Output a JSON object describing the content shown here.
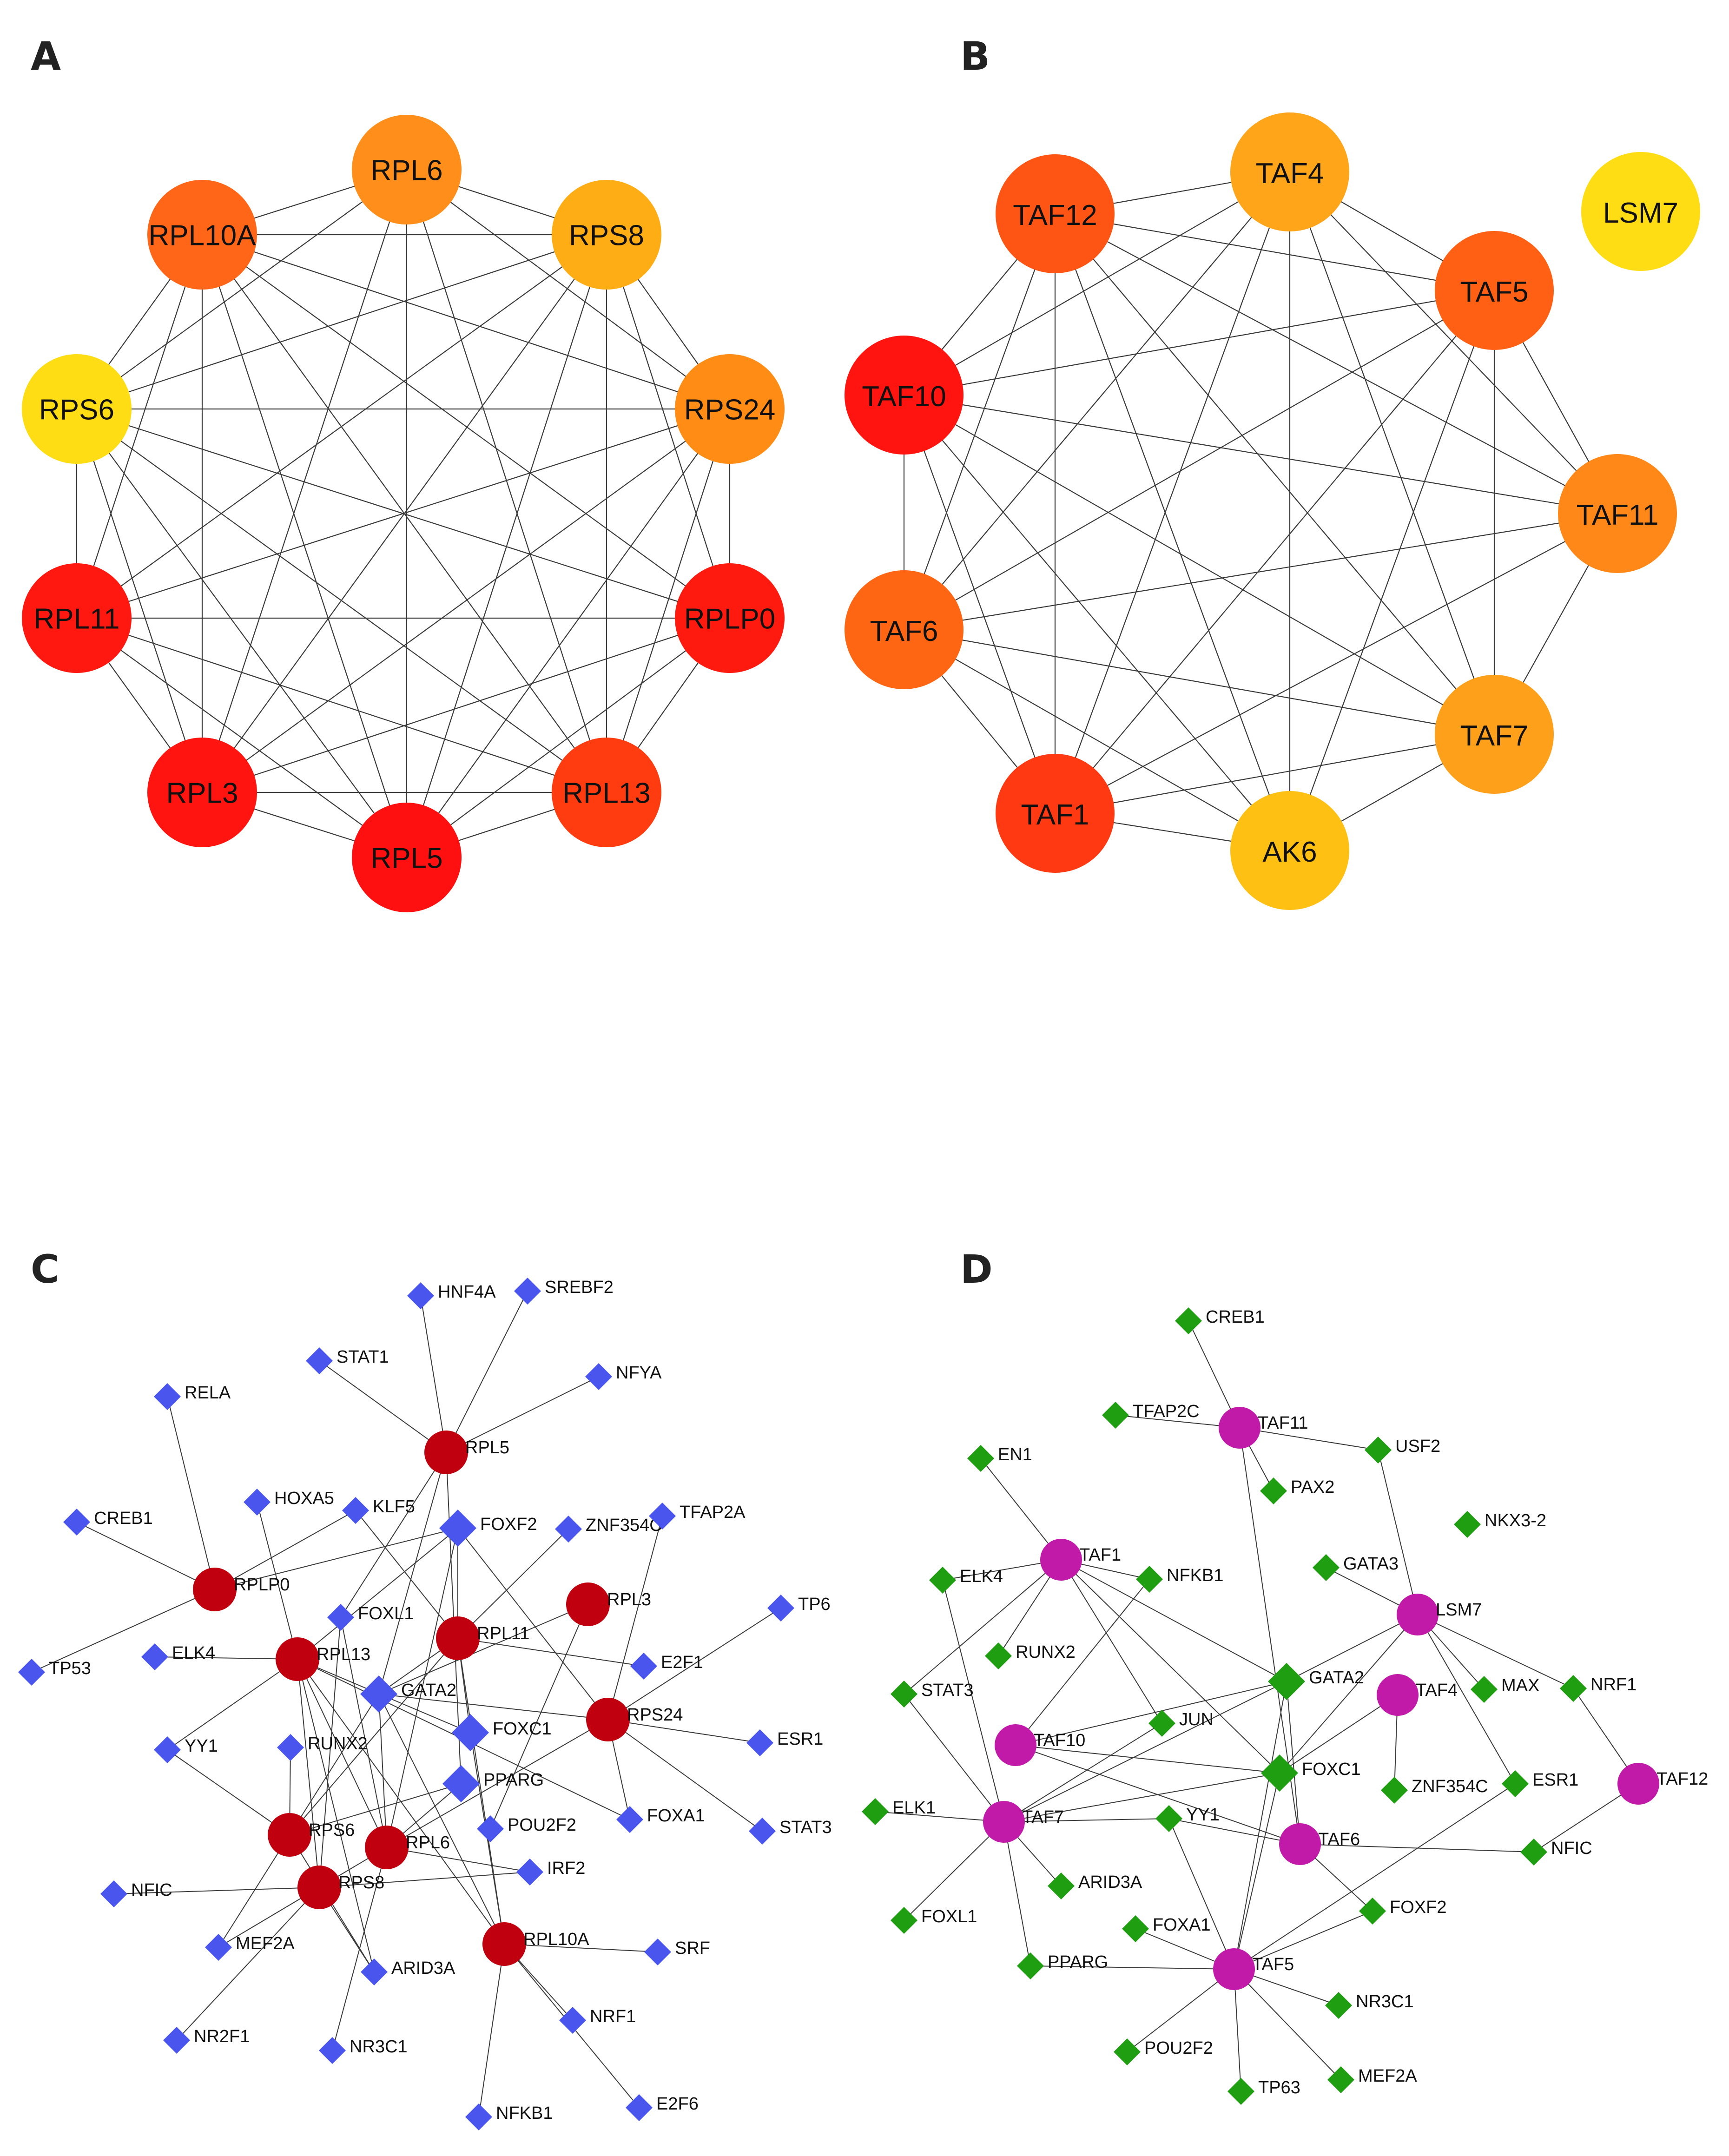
{
  "colors": {
    "edge": "#3a3a3a",
    "node_text": "#111111",
    "panel_label": "#222222",
    "ribosomal_hub": "#c0000f",
    "ribosomal_tf": "#4a55ee",
    "taf_hub": "#c21aa8",
    "taf_tf": "#1e9e10"
  },
  "panels": {
    "A": {
      "label": "A",
      "nodes": [
        {
          "id": "RPL6",
          "color": "#ff8f1a"
        },
        {
          "id": "RPS8",
          "color": "#ffad14"
        },
        {
          "id": "RPS24",
          "color": "#ff8c14"
        },
        {
          "id": "RPLP0",
          "color": "#ff1a10"
        },
        {
          "id": "RPL13",
          "color": "#ff3c10"
        },
        {
          "id": "RPL5",
          "color": "#ff1010"
        },
        {
          "id": "RPL3",
          "color": "#ff1410"
        },
        {
          "id": "RPL11",
          "color": "#ff1810"
        },
        {
          "id": "RPS6",
          "color": "#ffdd14"
        },
        {
          "id": "RPL10A",
          "color": "#ff6618"
        }
      ],
      "edges": [
        [
          "RPL6",
          "RPS8"
        ],
        [
          "RPL6",
          "RPL10A"
        ],
        [
          "RPL6",
          "RPS24"
        ],
        [
          "RPL6",
          "RPS6"
        ],
        [
          "RPL6",
          "RPL13"
        ],
        [
          "RPL6",
          "RPL3"
        ],
        [
          "RPL6",
          "RPL5"
        ],
        [
          "RPS8",
          "RPS24"
        ],
        [
          "RPS8",
          "RPLP0"
        ],
        [
          "RPS8",
          "RPL10A"
        ],
        [
          "RPS8",
          "RPS6"
        ],
        [
          "RPS8",
          "RPL11"
        ],
        [
          "RPS8",
          "RPL3"
        ],
        [
          "RPS8",
          "RPL5"
        ],
        [
          "RPS8",
          "RPL13"
        ],
        [
          "RPS24",
          "RPLP0"
        ],
        [
          "RPS24",
          "RPL13"
        ],
        [
          "RPS24",
          "RPS6"
        ],
        [
          "RPS24",
          "RPL10A"
        ],
        [
          "RPS24",
          "RPL11"
        ],
        [
          "RPS24",
          "RPL3"
        ],
        [
          "RPS24",
          "RPL5"
        ],
        [
          "RPLP0",
          "RPL13"
        ],
        [
          "RPLP0",
          "RPL5"
        ],
        [
          "RPLP0",
          "RPL3"
        ],
        [
          "RPLP0",
          "RPL11"
        ],
        [
          "RPLP0",
          "RPS6"
        ],
        [
          "RPLP0",
          "RPL10A"
        ],
        [
          "RPL13",
          "RPL5"
        ],
        [
          "RPL13",
          "RPL3"
        ],
        [
          "RPL13",
          "RPL11"
        ],
        [
          "RPL13",
          "RPS6"
        ],
        [
          "RPL13",
          "RPL10A"
        ],
        [
          "RPL5",
          "RPL3"
        ],
        [
          "RPL5",
          "RPL11"
        ],
        [
          "RPL5",
          "RPS6"
        ],
        [
          "RPL5",
          "RPL10A"
        ],
        [
          "RPL3",
          "RPL11"
        ],
        [
          "RPL3",
          "RPS6"
        ],
        [
          "RPL3",
          "RPL10A"
        ],
        [
          "RPL11",
          "RPS6"
        ],
        [
          "RPL11",
          "RPL10A"
        ],
        [
          "RPS6",
          "RPL10A"
        ]
      ]
    },
    "B": {
      "label": "B",
      "nodes": [
        {
          "id": "TAF4",
          "color": "#ffa51a"
        },
        {
          "id": "TAF5",
          "color": "#ff6014"
        },
        {
          "id": "TAF11",
          "color": "#ff8818"
        },
        {
          "id": "TAF7",
          "color": "#ffa01a"
        },
        {
          "id": "AK6",
          "color": "#ffc014"
        },
        {
          "id": "TAF1",
          "color": "#ff3a12"
        },
        {
          "id": "TAF6",
          "color": "#ff6614"
        },
        {
          "id": "TAF10",
          "color": "#ff1410"
        },
        {
          "id": "TAF12",
          "color": "#ff5514"
        },
        {
          "id": "LSM7",
          "color": "#ffdd14"
        }
      ],
      "edges": [
        [
          "TAF4",
          "TAF5"
        ],
        [
          "TAF4",
          "TAF11"
        ],
        [
          "TAF4",
          "TAF7"
        ],
        [
          "TAF4",
          "AK6"
        ],
        [
          "TAF4",
          "TAF1"
        ],
        [
          "TAF4",
          "TAF6"
        ],
        [
          "TAF4",
          "TAF10"
        ],
        [
          "TAF4",
          "TAF12"
        ],
        [
          "TAF5",
          "TAF11"
        ],
        [
          "TAF5",
          "TAF7"
        ],
        [
          "TAF5",
          "AK6"
        ],
        [
          "TAF5",
          "TAF1"
        ],
        [
          "TAF5",
          "TAF6"
        ],
        [
          "TAF5",
          "TAF10"
        ],
        [
          "TAF5",
          "TAF12"
        ],
        [
          "TAF11",
          "TAF7"
        ],
        [
          "TAF11",
          "TAF1"
        ],
        [
          "TAF11",
          "TAF6"
        ],
        [
          "TAF11",
          "TAF10"
        ],
        [
          "TAF11",
          "TAF12"
        ],
        [
          "TAF7",
          "AK6"
        ],
        [
          "TAF7",
          "TAF1"
        ],
        [
          "TAF7",
          "TAF6"
        ],
        [
          "TAF7",
          "TAF10"
        ],
        [
          "TAF7",
          "TAF12"
        ],
        [
          "AK6",
          "TAF1"
        ],
        [
          "AK6",
          "TAF6"
        ],
        [
          "AK6",
          "TAF10"
        ],
        [
          "AK6",
          "TAF12"
        ],
        [
          "TAF1",
          "TAF6"
        ],
        [
          "TAF1",
          "TAF10"
        ],
        [
          "TAF1",
          "TAF12"
        ],
        [
          "TAF6",
          "TAF10"
        ],
        [
          "TAF6",
          "TAF12"
        ],
        [
          "TAF10",
          "TAF12"
        ]
      ]
    },
    "C": {
      "label": "C",
      "hubs": [
        "RPL5",
        "RPLP0",
        "RPL13",
        "RPL11",
        "RPL3",
        "RPS24",
        "RPS6",
        "RPL6",
        "RPS8",
        "RPL10A"
      ],
      "tfs": [
        "HNF4A",
        "SREBF2",
        "STAT1",
        "NFYA",
        "RELA",
        "HOXA5",
        "KLF5",
        "FOXF2",
        "ZNF354C",
        "TFAP2A",
        "CREB1",
        "TP53",
        "ELK4",
        "FOXL1",
        "GATA2",
        "E2F1",
        "TP6",
        "YY1",
        "RUNX2",
        "FOXC1",
        "ESR1",
        "PPARG",
        "POU2F2",
        "FOXA1",
        "STAT3",
        "NFIC",
        "IRF2",
        "MEF2A",
        "ARID3A",
        "SRF",
        "NR2F1",
        "NR3C1",
        "NRF1",
        "NFKB1",
        "E2F6"
      ],
      "edges": [
        [
          "RPL5",
          "HNF4A"
        ],
        [
          "RPL5",
          "SREBF2"
        ],
        [
          "RPL5",
          "STAT1"
        ],
        [
          "RPL5",
          "NFYA"
        ],
        [
          "RPL5",
          "FOXL1"
        ],
        [
          "RPL5",
          "GATA2"
        ],
        [
          "RPL5",
          "PPARG"
        ],
        [
          "RPLP0",
          "RELA"
        ],
        [
          "RPLP0",
          "CREB1"
        ],
        [
          "RPLP0",
          "TP53"
        ],
        [
          "RPLP0",
          "KLF5"
        ],
        [
          "RPLP0",
          "FOXF2"
        ],
        [
          "RPL13",
          "ELK4"
        ],
        [
          "RPL13",
          "HOXA5"
        ],
        [
          "RPL13",
          "YY1"
        ],
        [
          "RPL13",
          "FOXF2"
        ],
        [
          "RPL13",
          "RPL6"
        ],
        [
          "RPL13",
          "FOXC1"
        ],
        [
          "RPL13",
          "FOXA1"
        ],
        [
          "RPL13",
          "RPL10A"
        ],
        [
          "RPL13",
          "RPS8"
        ],
        [
          "RPL13",
          "ARID3A"
        ],
        [
          "RPL11",
          "KLF5"
        ],
        [
          "RPL11",
          "FOXF2"
        ],
        [
          "RPL11",
          "E2F1"
        ],
        [
          "RPL11",
          "FOXC1"
        ],
        [
          "RPL11",
          "RPS6"
        ],
        [
          "RPL11",
          "ZNF354C"
        ],
        [
          "RPL11",
          "GATA2"
        ],
        [
          "RPL11",
          "RPL10A"
        ],
        [
          "RPL3",
          "GATA2"
        ],
        [
          "RPL3",
          "POU2F2"
        ],
        [
          "RPS24",
          "TP6"
        ],
        [
          "RPS24",
          "ESR1"
        ],
        [
          "RPS24",
          "STAT3"
        ],
        [
          "RPS24",
          "FOXA1"
        ],
        [
          "RPS24",
          "GATA2"
        ],
        [
          "RPS24",
          "TFAP2A"
        ],
        [
          "RPS24",
          "FOXF2"
        ],
        [
          "RPS24",
          "RPL6"
        ],
        [
          "RPS6",
          "RUNX2"
        ],
        [
          "RPS6",
          "MEF2A"
        ],
        [
          "RPS6",
          "PPARG"
        ],
        [
          "RPS6",
          "ARID3A"
        ],
        [
          "RPS6",
          "YY1"
        ],
        [
          "RPS6",
          "GATA2"
        ],
        [
          "RPL6",
          "FOXF2"
        ],
        [
          "RPL6",
          "FOXL1"
        ],
        [
          "RPL6",
          "PPARG"
        ],
        [
          "RPL6",
          "IRF2"
        ],
        [
          "RPL6",
          "NR3C1"
        ],
        [
          "RPL6",
          "RPS8"
        ],
        [
          "RPL6",
          "GATA2"
        ],
        [
          "RPS8",
          "NFIC"
        ],
        [
          "RPS8",
          "MEF2A"
        ],
        [
          "RPS8",
          "NR2F1"
        ],
        [
          "RPS8",
          "ARID3A"
        ],
        [
          "RPS8",
          "IRF2"
        ],
        [
          "RPS8",
          "FOXL1"
        ],
        [
          "RPL10A",
          "SRF"
        ],
        [
          "RPL10A",
          "NRF1"
        ],
        [
          "RPL10A",
          "NFKB1"
        ],
        [
          "RPL10A",
          "E2F6"
        ],
        [
          "RPL10A",
          "GATA2"
        ],
        [
          "RPL10A",
          "FOXC1"
        ]
      ]
    },
    "D": {
      "label": "D",
      "hubs": [
        "TAF11",
        "TAF1",
        "LSM7",
        "TAF4",
        "TAF10",
        "TAF7",
        "TAF6",
        "TAF12",
        "TAF5"
      ],
      "tfs": [
        "CREB1",
        "TFAP2C",
        "USF2",
        "PAX2",
        "EN1",
        "NKX3-2",
        "ELK4",
        "NFKB1",
        "GATA3",
        "RUNX2",
        "GATA2",
        "MAX",
        "NRF1",
        "STAT3",
        "JUN",
        "FOXC1",
        "ZNF354C",
        "ESR1",
        "ELK1",
        "YY1",
        "NFIC",
        "ARID3A",
        "FOXL1",
        "FOXA1",
        "FOXF2",
        "PPARG",
        "NR3C1",
        "POU2F2",
        "MEF2A",
        "TP63"
      ],
      "edges": [
        [
          "TAF11",
          "CREB1"
        ],
        [
          "TAF11",
          "TFAP2C"
        ],
        [
          "TAF11",
          "USF2"
        ],
        [
          "TAF11",
          "PAX2"
        ],
        [
          "TAF11",
          "TAF6"
        ],
        [
          "TAF1",
          "EN1"
        ],
        [
          "TAF1",
          "ELK4"
        ],
        [
          "TAF1",
          "NFKB1"
        ],
        [
          "TAF1",
          "RUNX2"
        ],
        [
          "TAF1",
          "GATA2"
        ],
        [
          "TAF1",
          "FOXC1"
        ],
        [
          "TAF1",
          "JUN"
        ],
        [
          "TAF1",
          "STAT3"
        ],
        [
          "LSM7",
          "USF2"
        ],
        [
          "LSM7",
          "GATA3"
        ],
        [
          "LSM7",
          "MAX"
        ],
        [
          "LSM7",
          "NRF1"
        ],
        [
          "LSM7",
          "ESR1"
        ],
        [
          "LSM7",
          "GATA2"
        ],
        [
          "LSM7",
          "FOXC1"
        ],
        [
          "TAF4",
          "ZNF354C"
        ],
        [
          "TAF4",
          "FOXC1"
        ],
        [
          "TAF10",
          "NFKB1"
        ],
        [
          "TAF10",
          "FOXC1"
        ],
        [
          "TAF10",
          "GATA2"
        ],
        [
          "TAF10",
          "TAF6"
        ],
        [
          "TAF7",
          "STAT3"
        ],
        [
          "TAF7",
          "ELK1"
        ],
        [
          "TAF7",
          "ARID3A"
        ],
        [
          "TAF7",
          "FOXL1"
        ],
        [
          "TAF7",
          "PPARG"
        ],
        [
          "TAF7",
          "YY1"
        ],
        [
          "TAF7",
          "JUN"
        ],
        [
          "TAF7",
          "GATA2"
        ],
        [
          "TAF7",
          "ELK4"
        ],
        [
          "TAF7",
          "FOXC1"
        ],
        [
          "TAF6",
          "NFIC"
        ],
        [
          "TAF6",
          "FOXF2"
        ],
        [
          "TAF6",
          "YY1"
        ],
        [
          "TAF6",
          "GATA2"
        ],
        [
          "TAF12",
          "NRF1"
        ],
        [
          "TAF12",
          "NFIC"
        ],
        [
          "TAF5",
          "FOXA1"
        ],
        [
          "TAF5",
          "FOXF2"
        ],
        [
          "TAF5",
          "NR3C1"
        ],
        [
          "TAF5",
          "MEF2A"
        ],
        [
          "TAF5",
          "TP63"
        ],
        [
          "TAF5",
          "POU2F2"
        ],
        [
          "TAF5",
          "PPARG"
        ],
        [
          "TAF5",
          "YY1"
        ],
        [
          "TAF5",
          "GATA2"
        ],
        [
          "TAF5",
          "ESR1"
        ],
        [
          "TAF5",
          "FOXC1"
        ]
      ]
    }
  }
}
